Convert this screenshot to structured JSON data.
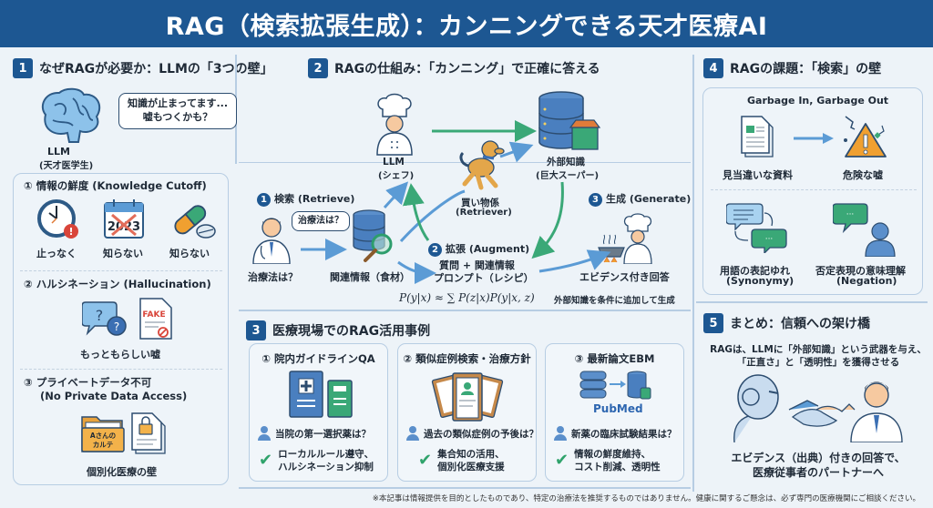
{
  "header": {
    "title": "RAG（検索拡張生成）：カンニングできる天才医療AI"
  },
  "section1": {
    "number": "1",
    "title": "なぜRAGが必要か：LLMの「3つの壁」",
    "llm_label": "LLM",
    "llm_sub": "(天才医学生)",
    "bubble_line1": "知識が止まってます...",
    "bubble_line2": "嘘もつくかも？",
    "wall1": {
      "title": "① 情報の鮮度 (Knowledge Cutoff)",
      "items": [
        {
          "icon": "clock-warning-icon",
          "label": "止っなく"
        },
        {
          "icon": "calendar-crossed-icon",
          "label": "知らない",
          "calendar_text": "2023"
        },
        {
          "icon": "pill-icon",
          "label": "知らない"
        }
      ]
    },
    "wall2": {
      "title": "② ハルシネーション (Hallucination)",
      "fake_text": "FAKE",
      "label": "もっともらしい嘘"
    },
    "wall3": {
      "title_line1": "③ プライベートデータ不可",
      "title_line2": "(No Private Data Access)",
      "folder_text_line1": "Aさんの",
      "folder_text_line2": "カルテ",
      "label": "個別化医療の壁"
    }
  },
  "section2": {
    "number": "2",
    "title": "RAGの仕組み：「カンニング」で正確に答える",
    "llm_label": "LLM",
    "llm_sub": "(シェフ)",
    "kb_label": "外部知識",
    "kb_sub": "(巨大スーパー)",
    "retriever_label": "買い物係",
    "retriever_sub": "(Retriever)",
    "step1": {
      "num": "1",
      "label": "検索 (Retrieve)"
    },
    "step2": {
      "num": "2",
      "label": "拡張 (Augment)"
    },
    "step3": {
      "num": "3",
      "label": "生成 (Generate)"
    },
    "doctor_bubble": "治療法は？",
    "doctor_label": "治療法は？",
    "related_label": "関連情報（食材）",
    "prompt_line1": "質問 + 関連情報",
    "prompt_line2": "プロンプト（レシピ）",
    "answer_label": "エビデンス付き回答",
    "formula": "P(y|x) ≈ ∑ P(z|x)P(y|x, z)",
    "formula_note": "外部知識を条件に追加して生成"
  },
  "section3": {
    "number": "3",
    "title": "医療現場でのRAG活用事例",
    "cards": [
      {
        "title": "① 院内ガイドラインQA",
        "question": "当院の第一選択薬は？",
        "answer_line1": "ローカルルール遵守、",
        "answer_line2": "ハルシネーション抑制"
      },
      {
        "title": "② 類似症例検索・治療方針",
        "question": "過去の類似症例の予後は？",
        "answer_line1": "集合知の活用、",
        "answer_line2": "個別化医療支援"
      },
      {
        "title": "③ 最新論文EBM",
        "question": "新薬の臨床試験結果は？",
        "answer_line1": "情報の鮮度維持、",
        "answer_line2": "コスト削減、透明性",
        "logo": "PubMed"
      }
    ]
  },
  "section4": {
    "number": "4",
    "title": "RAGの課題：「検索」の壁",
    "gigo": "Garbage In, Garbage Out",
    "bad_doc_label": "見当違いな資料",
    "danger_label": "危険な嘘",
    "synonymy_label": "用語の表記ゆれ",
    "synonymy_sub": "(Synonymy)",
    "negation_label": "否定表現の意味理解",
    "negation_sub": "(Negation)"
  },
  "section5": {
    "number": "5",
    "title": "まとめ：信頼への架け橋",
    "line1": "RAGは、LLMに「外部知識」という武器を与え、",
    "line2": "「正直さ」と「透明性」を獲得させる",
    "bottom_line1": "エビデンス（出典）付きの回答で、",
    "bottom_line2": "医療従事者のパートナーへ"
  },
  "footer": {
    "disclaimer": "※本記事は情報提供を目的としたものであり、特定の治療法を推奨するものではありません。健康に関するご懸念は、必ず専門の医療機関にご相談ください。"
  },
  "colors": {
    "primary": "#1d5792",
    "green": "#3aa877",
    "blue_arrow": "#5b9bd5",
    "orange": "#f0a030",
    "red": "#d9453a"
  }
}
